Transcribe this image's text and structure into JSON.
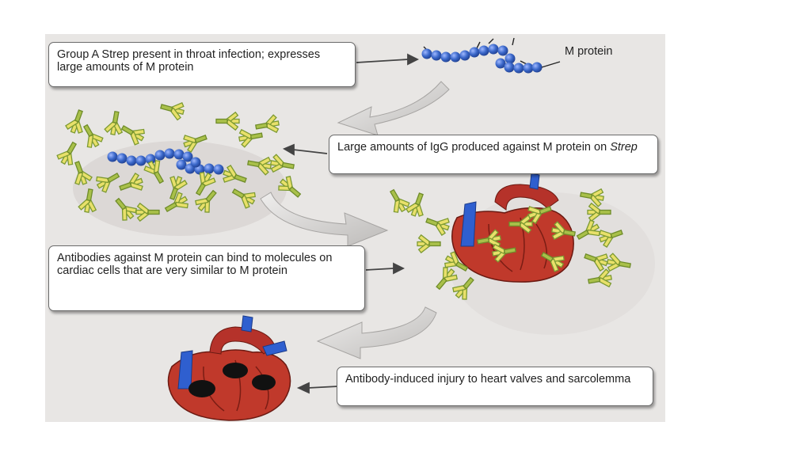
{
  "callouts": {
    "strep": "Group A Strep present in throat infection; expresses large amounts of M protein",
    "igg_main": "Large amounts of IgG produced against M protein on ",
    "igg_italic": "Strep",
    "antibodies": "Antibodies against M protein can bind to molecules on cardiac cells that are very similar to M protein",
    "injury": "Antibody-induced injury to heart valves and sarcolemma"
  },
  "labels": {
    "m_protein": "M protein"
  },
  "colors": {
    "panel_bg": "#e8e6e4",
    "bead_blue": "#3a67c9",
    "antibody_yellow": "#e8e06a",
    "antibody_green": "#7c9a32",
    "heart_red": "#c0392b",
    "vessel_blue": "#2f5fcf",
    "lesion_black": "#111111",
    "flow_arrow": "#cfcdcb"
  }
}
